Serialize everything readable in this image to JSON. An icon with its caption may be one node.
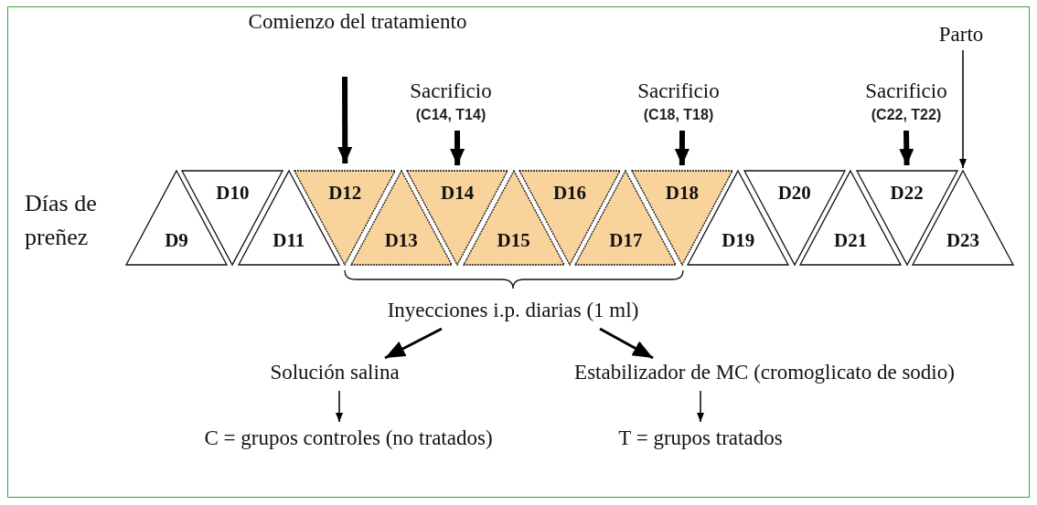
{
  "diagram": {
    "nodes": [
      {
        "text": [
          "D9"
        ]
      },
      {
        "text": [
          "D10"
        ]
      },
      {
        "text": [
          "D11"
        ]
      },
      {
        "text": [
          "D12"
        ]
      },
      {
        "text": [
          "D13"
        ]
      },
      {
        "text": [
          "D14"
        ]
      },
      {
        "text": [
          "D15"
        ]
      },
      {
        "text": [
          "D16"
        ]
      },
      {
        "text": [
          "D17"
        ]
      },
      {
        "text": [
          "D18"
        ]
      },
      {
        "text": [
          "D19"
        ]
      },
      {
        "text": [
          "D20"
        ]
      },
      {
        "text": [
          "D21"
        ]
      },
      {
        "text": [
          "D22"
        ]
      },
      {
        "text": [
          "D23"
        ]
      },
      {
        "text": [
          "Comienzo del tratamiento"
        ]
      },
      {
        "text": [
          "Sacrificio",
          "(C14, T14)"
        ]
      },
      {
        "text": [
          "Sacrificio",
          "(C18, T18)"
        ]
      },
      {
        "text": [
          "Sacrificio",
          "(C22, T22)"
        ]
      },
      {
        "text": [
          "Parto"
        ]
      },
      {
        "text": [
          "Inyecciones i.p. diarias (1 ml)"
        ]
      },
      {
        "text": [
          "Solución salina"
        ]
      },
      {
        "text": [
          "Estabilizador de MC (cromoglicato de sodio)"
        ]
      },
      {
        "text": [
          "C = grupos controles (no tratados)"
        ]
      },
      {
        "text": [
          "T = grupos tratados"
        ]
      }
    ],
    "edges": [
      {
        "from": 15,
        "to": 3,
        "arrow": "to",
        "style": "thick"
      },
      {
        "from": 16,
        "to": 5,
        "arrow": "to",
        "style": "thick"
      },
      {
        "from": 17,
        "to": 9,
        "arrow": "to",
        "style": "thick"
      },
      {
        "from": 18,
        "to": 13,
        "arrow": "to",
        "style": "thick"
      },
      {
        "from": 19,
        "to": 14,
        "arrow": "to"
      },
      {
        "from": 20,
        "to": 21,
        "arrow": "to"
      },
      {
        "from": 20,
        "to": 22,
        "arrow": "to"
      },
      {
        "from": 21,
        "to": 23,
        "arrow": "to"
      },
      {
        "from": 22,
        "to": 24,
        "arrow": "to"
      }
    ],
    "labels": [
      "Días de preñez"
    ]
  }
}
